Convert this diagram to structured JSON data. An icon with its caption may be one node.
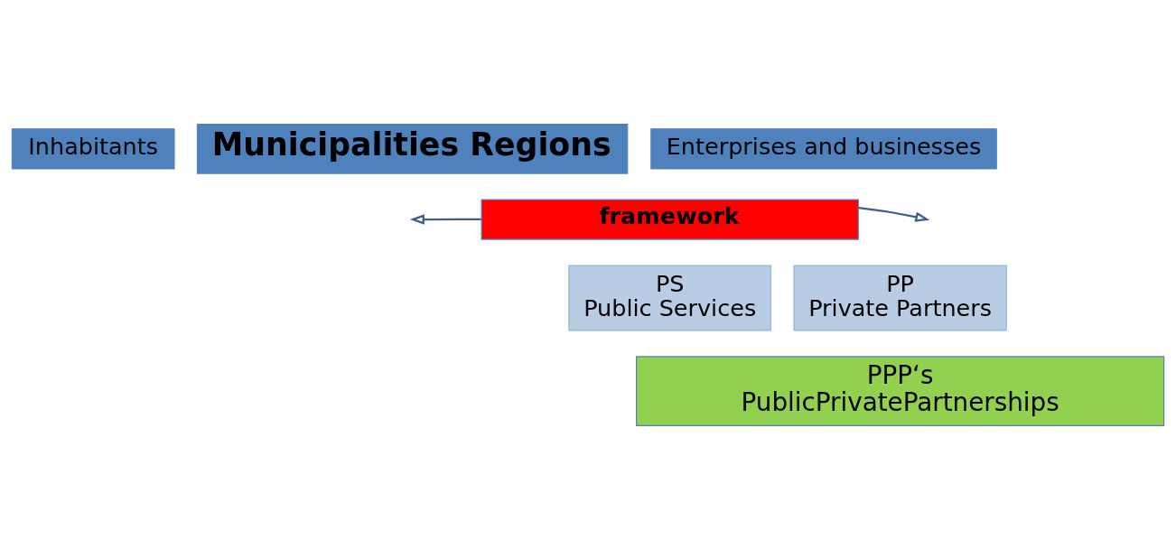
{
  "diagram": {
    "nodes": [
      {
        "text": [
          "Inhabitants"
        ]
      },
      {
        "text": [
          "Municipalities Regions"
        ]
      },
      {
        "text": [
          "Enterprises and businesses"
        ]
      },
      {
        "text": [
          "framework"
        ]
      },
      {
        "text": [
          "PS",
          "Public Services"
        ]
      },
      {
        "text": [
          "PP",
          "Private Partners"
        ]
      },
      {
        "text": [
          "PPP‘s",
          "PublicPrivatePartnerships"
        ]
      }
    ],
    "edges": [
      {
        "from": 3,
        "to": null,
        "arrow": "to"
      },
      {
        "from": 3,
        "to": null,
        "arrow": "to"
      }
    ]
  }
}
